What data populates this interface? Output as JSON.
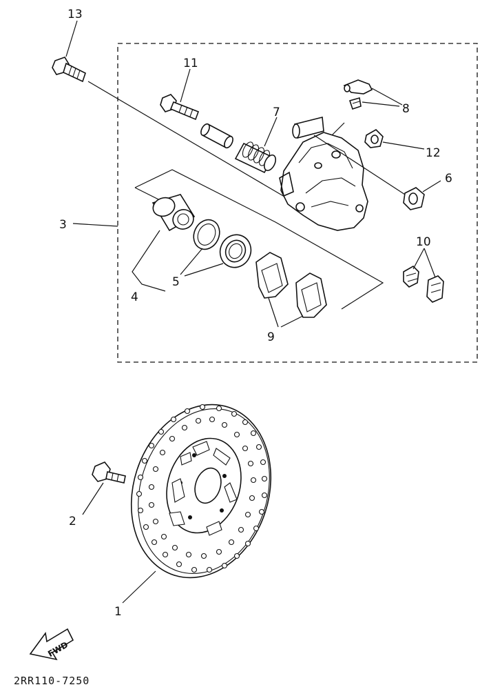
{
  "diagram_code": "2RR110-7250",
  "direction_arrow": {
    "label": "FWD"
  },
  "callouts": {
    "c1": "1",
    "c2": "2",
    "c3": "3",
    "c4": "4",
    "c5": "5",
    "c6": "6",
    "c7": "7",
    "c8": "8",
    "c9": "9",
    "c10": "10",
    "c11": "11",
    "c12": "12",
    "c13": "13"
  },
  "colors": {
    "ink": "#111111",
    "paper": "#ffffff"
  },
  "icons": {
    "direction": "fwd-arrow-icon"
  }
}
